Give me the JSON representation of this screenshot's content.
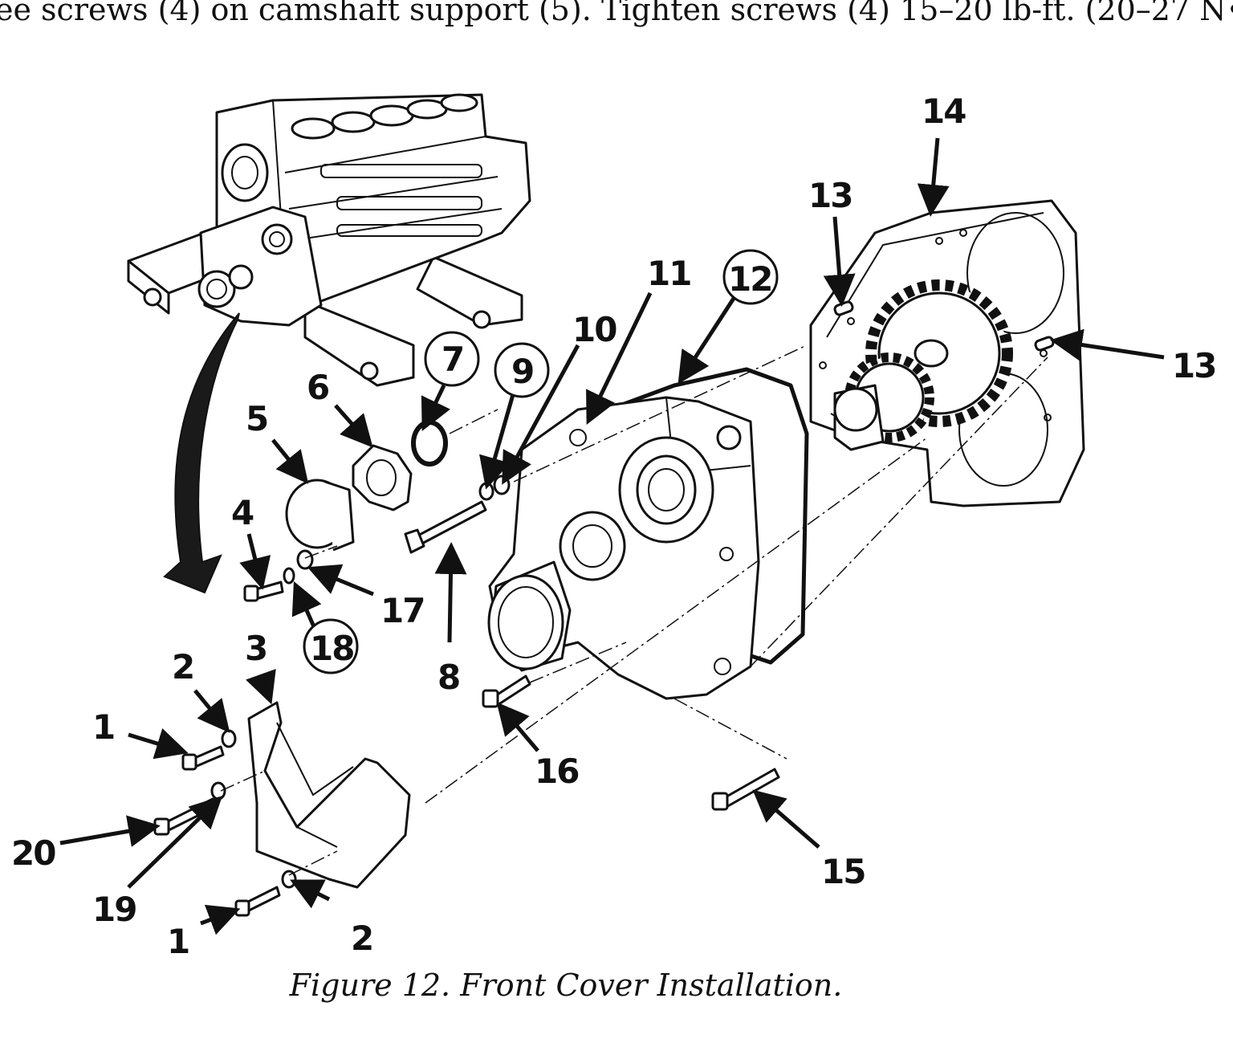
{
  "page": {
    "top_text": "ee screws (4) on camshaft support (5). Tighten screws (4) 15–20 lb-ft. (20–27 N•",
    "caption": "Figure 12.  Front Cover Installation."
  },
  "callouts": [
    {
      "id": "c1a",
      "text": "1"
    },
    {
      "id": "c1b",
      "text": "1"
    },
    {
      "id": "c2a",
      "text": "2"
    },
    {
      "id": "c2b",
      "text": "2"
    },
    {
      "id": "c3",
      "text": "3"
    },
    {
      "id": "c4",
      "text": "4"
    },
    {
      "id": "c5",
      "text": "5"
    },
    {
      "id": "c6",
      "text": "6"
    },
    {
      "id": "c7",
      "text": "7",
      "circled": true
    },
    {
      "id": "c8",
      "text": "8"
    },
    {
      "id": "c9",
      "text": "9",
      "circled": true
    },
    {
      "id": "c10",
      "text": "10"
    },
    {
      "id": "c11",
      "text": "11"
    },
    {
      "id": "c12",
      "text": "12",
      "circled": true
    },
    {
      "id": "c13a",
      "text": "13"
    },
    {
      "id": "c13b",
      "text": "13"
    },
    {
      "id": "c14",
      "text": "14"
    },
    {
      "id": "c15",
      "text": "15"
    },
    {
      "id": "c16",
      "text": "16"
    },
    {
      "id": "c17",
      "text": "17"
    },
    {
      "id": "c18",
      "text": "18",
      "circled": true
    },
    {
      "id": "c19",
      "text": "19"
    },
    {
      "id": "c20",
      "text": "20"
    }
  ]
}
